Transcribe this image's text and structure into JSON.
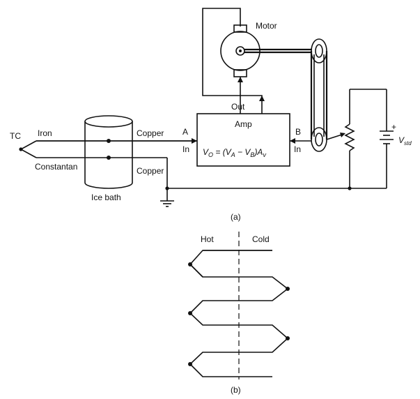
{
  "figure_a": {
    "caption": "(a)",
    "labels": {
      "tc": "TC",
      "iron": "Iron",
      "constantan": "Constantan",
      "copper_top": "Copper",
      "copper_bottom": "Copper",
      "ice_bath": "Ice bath",
      "input_a": "A",
      "input_a_in": "In",
      "input_b": "B",
      "input_b_in": "In",
      "amp": "Amp",
      "out": "Out",
      "motor": "Motor",
      "equation_vo": "V",
      "equation_vo_sub": "O",
      "equation_mid": " = (V",
      "equation_a_sub": "A",
      "equation_minus": " − V",
      "equation_b_sub": "B",
      "equation_close": ")A",
      "equation_v_sub": "v",
      "vstd": "V",
      "vstd_sub": "std",
      "battery_plus": "+"
    }
  },
  "figure_b": {
    "caption": "(b)",
    "labels": {
      "hot": "Hot",
      "cold": "Cold"
    }
  }
}
